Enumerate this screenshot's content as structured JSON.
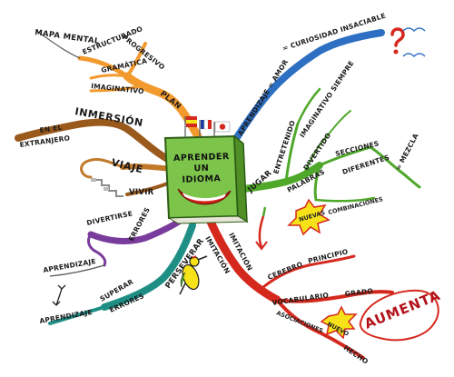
{
  "center": {
    "line1": "APRENDER",
    "line2": "UN",
    "line3": "IDIOMA"
  },
  "labels": {
    "mapa_mental": "MAPA MENTAL",
    "progresivo": "PROGRESIVO",
    "estructurado": "ESTRUCTURADO",
    "gramatica": "GRAMÁTICA",
    "imaginativo": "IMAGINATIVO",
    "plan": "PLAN",
    "inmersion": "INMERSIÓN",
    "en_el": "EN EL",
    "extranjero": "EXTRANJERO",
    "viaje": "VIAJE",
    "vivir": "VIVIR",
    "divertirse": "DIVERTIRSE",
    "errores1": "ERRORES",
    "aprendizaje1": "APRENDIZAJE",
    "perseverar": "PERSEVERAR",
    "superar": "SUPERAR",
    "errores2": "ERRORES",
    "aprendizaje2": "APRENDIZAJE",
    "aprendizaje_amor": "APRENDIZAJE = AMOR",
    "curiosidad": "= CURIOSIDAD INSACIABLE",
    "jugar": "JUGAR",
    "entretenido": "ENTRETENIDO",
    "imaginativo_siempre": "IMAGINATIVO SIEMPRE",
    "divertido": "DIVERTIDO",
    "palabras": "PALABRAS",
    "secciones": "SECCIONES",
    "diferentes": "DIFERENTES",
    "mezcla": "= MEZCLA",
    "nuevas": "NUEVAS",
    "combinaciones": "COMBINACIONES",
    "imitacion1": "IMITACIÓN",
    "imitacion2": "IMITACIÓN",
    "cerebro": "CEREBRO",
    "principio": "PRINCIPIO",
    "vocabulario": "VOCABULARIO",
    "grado": "GRADO",
    "asociaciones": "ASOCIACIONES",
    "nuevo": "NUEVO",
    "aumenta": "AUMENTA",
    "hecho": "HECHO"
  },
  "colors": {
    "orange": "#f29a2e",
    "brown": "#9a5a1c",
    "purple": "#7a3c9c",
    "teal": "#1f8f86",
    "blue": "#2d6fc2",
    "green": "#4fa82a",
    "red": "#d5281d",
    "book": "#7cc44a",
    "yellow": "#f7e21a"
  }
}
